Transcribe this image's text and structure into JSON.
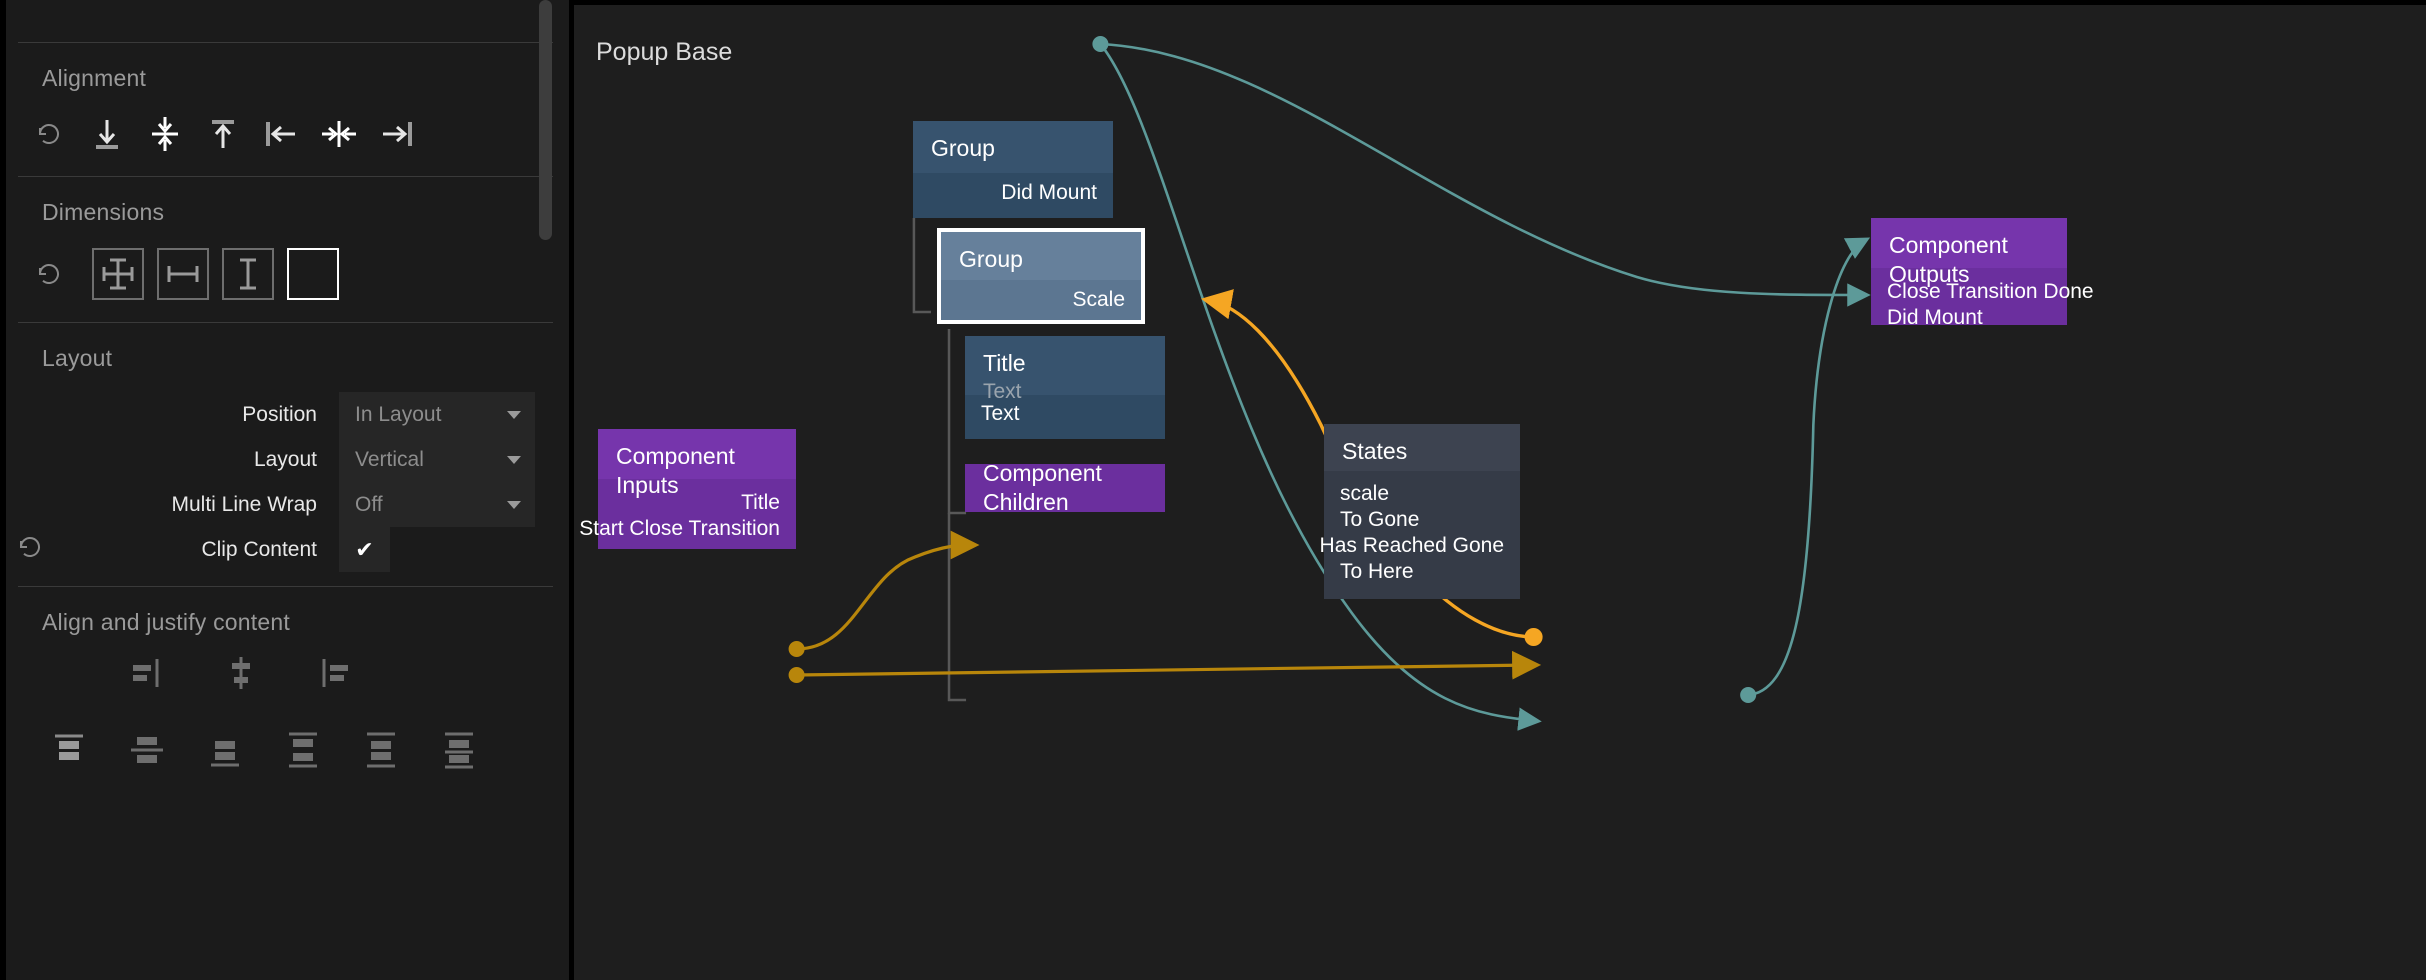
{
  "inspector": {
    "sections": [
      {
        "key": "alignment",
        "title": "Alignment"
      },
      {
        "key": "dimensions",
        "title": "Dimensions"
      },
      {
        "key": "layout",
        "title": "Layout"
      },
      {
        "key": "align_justify",
        "title": "Align and justify content"
      }
    ],
    "alignment": {
      "title": "Alignment",
      "reset_icon": "reset-icon",
      "buttons": [
        {
          "name": "align-bottom-icon",
          "tip": "Align bottom"
        },
        {
          "name": "align-vertical-center-icon",
          "tip": "Align vertical center"
        },
        {
          "name": "align-top-icon",
          "tip": "Align top"
        },
        {
          "name": "align-left-icon",
          "tip": "Align left"
        },
        {
          "name": "align-horizontal-center-icon",
          "tip": "Align horizontal center"
        },
        {
          "name": "align-right-icon",
          "tip": "Align right"
        }
      ]
    },
    "dimensions": {
      "title": "Dimensions",
      "reset_icon": "reset-icon",
      "buttons": [
        {
          "name": "size-both-icon",
          "active": false
        },
        {
          "name": "size-width-icon",
          "active": false
        },
        {
          "name": "size-height-icon",
          "active": false
        },
        {
          "name": "size-fixed-icon",
          "active": true
        }
      ]
    },
    "layout": {
      "title": "Layout",
      "rows": [
        {
          "label": "Position",
          "value": "In Layout",
          "control": "select",
          "reset": false
        },
        {
          "label": "Layout",
          "value": "Vertical",
          "control": "select",
          "reset": false
        },
        {
          "label": "Multi Line Wrap",
          "value": "Off",
          "control": "select",
          "reset": false
        },
        {
          "label": "Clip Content",
          "value": "✔",
          "control": "checkbox",
          "reset": true
        }
      ]
    },
    "align_justify": {
      "title": "Align and justify content",
      "align_buttons": [
        {
          "name": "justify-start-icon"
        },
        {
          "name": "justify-center-icon"
        },
        {
          "name": "justify-end-icon"
        }
      ],
      "justify_buttons": [
        {
          "name": "align-content-start-icon"
        },
        {
          "name": "align-content-center-icon"
        },
        {
          "name": "align-content-end-icon"
        },
        {
          "name": "align-content-space-between-icon"
        },
        {
          "name": "align-content-space-around-icon"
        },
        {
          "name": "align-content-space-evenly-icon"
        }
      ]
    },
    "scrollbar": {
      "name": "panel-scrollbar"
    }
  },
  "graph": {
    "title": "Popup Base",
    "colors": {
      "canvas_bg": "#1e1e1e",
      "node_blue": "#2f4a63",
      "node_blue_selected": "#5c7691",
      "node_purple": "#6b2f9e",
      "node_gray": "#353b47",
      "edge_teal": "#5d9a99",
      "edge_orange_bright": "#f5a623",
      "edge_orange_dim": "#b8860b",
      "selection_outline": "#ffffff"
    },
    "nodes": [
      {
        "id": "group-parent",
        "title": "Group",
        "subtitle": "",
        "type": "blue",
        "selected": false,
        "outputs": [
          "Did Mount"
        ],
        "inputs": []
      },
      {
        "id": "group-child",
        "title": "Group",
        "subtitle": "",
        "type": "blue-selected",
        "selected": true,
        "outputs": [],
        "inputs": [],
        "right_ports": [
          "Scale"
        ]
      },
      {
        "id": "title-text",
        "title": "Title",
        "subtitle": "Text",
        "type": "blue",
        "selected": false,
        "inputs": [
          "Text"
        ],
        "outputs": []
      },
      {
        "id": "component-children",
        "title": "Component Children",
        "subtitle": "",
        "type": "purple",
        "selected": false,
        "inputs": [],
        "outputs": []
      },
      {
        "id": "component-inputs",
        "title": "Component Inputs",
        "subtitle": "",
        "type": "purple",
        "selected": false,
        "outputs": [
          "Title",
          "Start Close Transition"
        ],
        "inputs": []
      },
      {
        "id": "states",
        "title": "States",
        "subtitle": "",
        "type": "gray",
        "selected": false,
        "inputs": [
          "scale",
          "To Gone",
          "To Here"
        ],
        "outputs": [
          "Has Reached Gone"
        ]
      },
      {
        "id": "component-outputs",
        "title": "Component Outputs",
        "subtitle": "",
        "type": "purple",
        "selected": false,
        "inputs": [
          "Close Transition Done",
          "Did Mount"
        ],
        "outputs": []
      }
    ],
    "edges": [
      {
        "from": "group-parent.Did Mount",
        "to": "component-outputs.Did Mount",
        "color": "teal"
      },
      {
        "from": "group-parent.Did Mount",
        "to": "states.To Here",
        "color": "teal"
      },
      {
        "from": "states.Has Reached Gone",
        "to": "component-outputs.Close Transition Done",
        "color": "teal"
      },
      {
        "from": "component-inputs.Title",
        "to": "title-text.Text",
        "color": "orange-dim"
      },
      {
        "from": "component-inputs.Start Close Transition",
        "to": "states.To Gone",
        "color": "orange-dim"
      },
      {
        "from": "states.scale",
        "to": "group-child.Scale",
        "color": "orange-bright"
      }
    ]
  }
}
